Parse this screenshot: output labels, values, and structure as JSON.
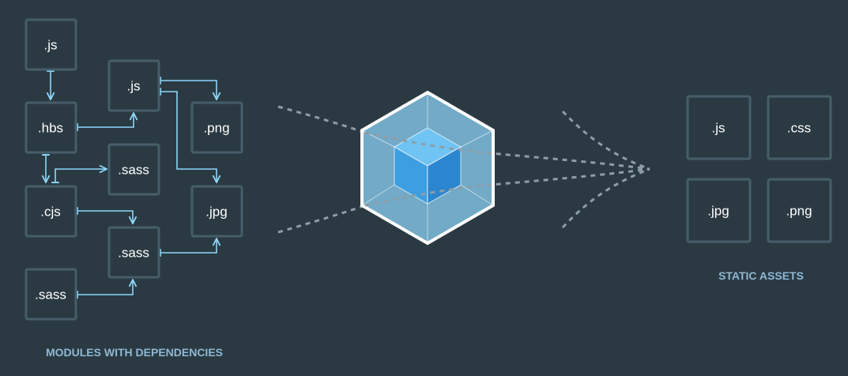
{
  "modules": {
    "caption": "MODULES WITH DEPENDENCIES",
    "items": [
      {
        "id": "js1",
        "label": ".js"
      },
      {
        "id": "hbs",
        "label": ".hbs"
      },
      {
        "id": "cjs",
        "label": ".cjs"
      },
      {
        "id": "sass3",
        "label": ".sass"
      },
      {
        "id": "js2",
        "label": ".js"
      },
      {
        "id": "sass1",
        "label": ".sass"
      },
      {
        "id": "sass2",
        "label": ".sass"
      },
      {
        "id": "png",
        "label": ".png"
      },
      {
        "id": "jpg",
        "label": ".jpg"
      }
    ]
  },
  "assets": {
    "caption": "STATIC ASSETS",
    "items": [
      {
        "id": "a_js",
        "label": ".js"
      },
      {
        "id": "a_css",
        "label": ".css"
      },
      {
        "id": "a_jpg",
        "label": ".jpg"
      },
      {
        "id": "a_png",
        "label": ".png"
      }
    ]
  },
  "bundler": {
    "icon": "webpack-cube-icon",
    "colors": {
      "outer": "#8ed6fb",
      "inner": "#1c78c0",
      "stroke": "#ffffff"
    }
  },
  "colors": {
    "background": "#2b3a42",
    "box_border": "#465e69",
    "edge": "#8dd6f9",
    "caption": "#8eb8d4",
    "dashes": "#8e9ea6"
  }
}
